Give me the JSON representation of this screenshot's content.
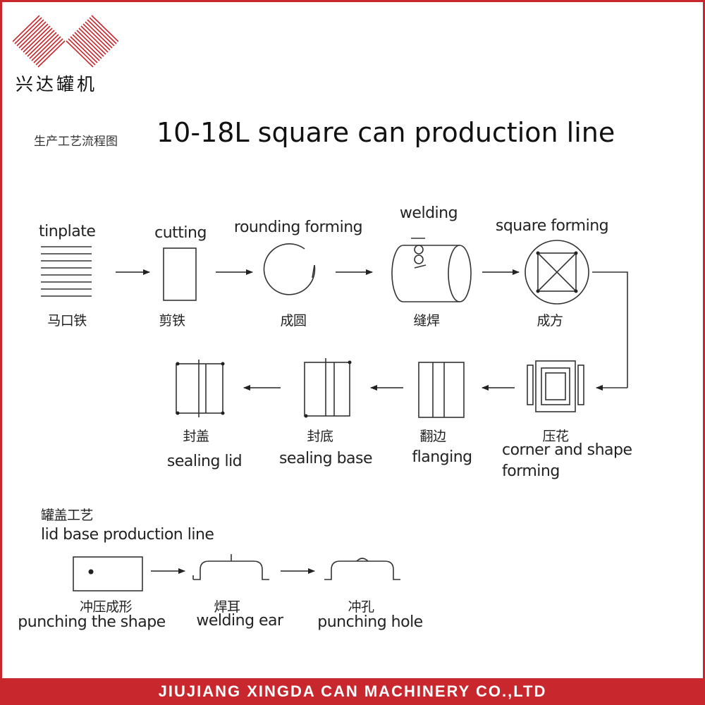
{
  "brand": {
    "logo_text": "兴达罐机",
    "accent": "#c8282d"
  },
  "title": {
    "cn": "生产工艺流程图",
    "en": "10-18L square can production line"
  },
  "steps": {
    "tinplate": {
      "en": "tinplate",
      "cn": "马口铁"
    },
    "cutting": {
      "en": "cutting",
      "cn": "剪铁"
    },
    "rounding": {
      "en": "rounding forming",
      "cn": "成圆"
    },
    "welding": {
      "en": "welding",
      "cn": "缝焊"
    },
    "square": {
      "en": "square forming",
      "cn": "成方"
    },
    "corner": {
      "cn": "压花",
      "en_line1": "corner and shape",
      "en_line2": "forming"
    },
    "flanging": {
      "cn": "翻边",
      "en": "flanging"
    },
    "sealing_base": {
      "cn": "封底",
      "en": "sealing base"
    },
    "sealing_lid": {
      "cn": "封盖",
      "en": "sealing lid"
    }
  },
  "lid_line": {
    "title_cn": "罐盖工艺",
    "title_en": "lid base production line",
    "punching_shape": {
      "cn": "冲压成形",
      "en": "punching the shape"
    },
    "welding_ear": {
      "cn": "焊耳",
      "en": "welding ear"
    },
    "punching_hole": {
      "cn": "冲孔",
      "en": "punching hole"
    }
  },
  "footer": {
    "company": "JIUJIANG XINGDA CAN MACHINERY CO.,LTD"
  }
}
